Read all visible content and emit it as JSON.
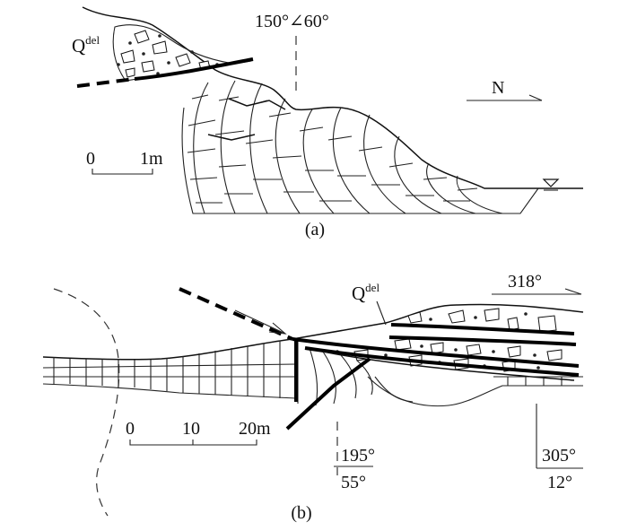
{
  "panel_a": {
    "deposit_label": "Q",
    "deposit_superscript": "del",
    "attitude_label": "150°∠60°",
    "north_label": "N",
    "scale_start": "0",
    "scale_end": "1m",
    "caption": "(a)"
  },
  "panel_b": {
    "deposit_label": "Q",
    "deposit_superscript": "del",
    "direction_label": "318°",
    "attitude_1_top": "195°",
    "attitude_1_bottom": "55°",
    "attitude_2_top": "305°",
    "attitude_2_bottom": "12°",
    "scale_start": "0",
    "scale_mid": "10",
    "scale_end": "20m",
    "caption": "(b)"
  }
}
